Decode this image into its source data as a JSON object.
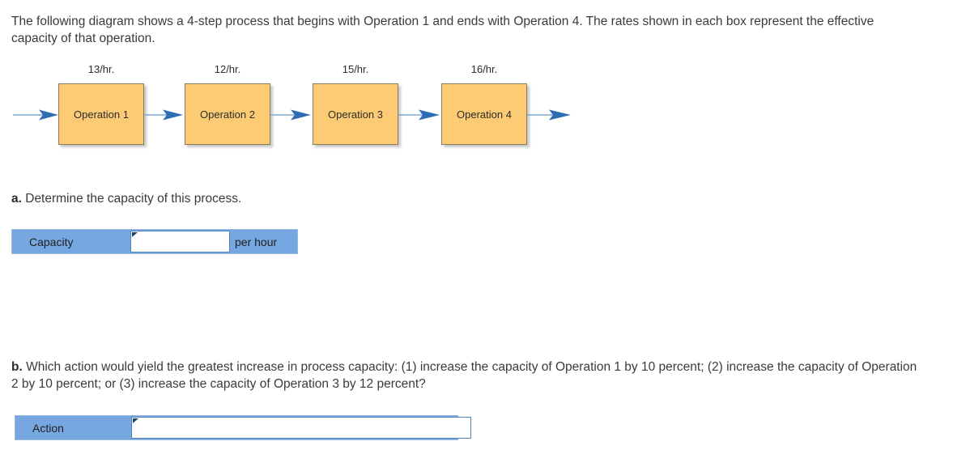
{
  "intro": {
    "text": "The following diagram shows a 4-step process that begins with Operation 1 and ends with Operation 4. The rates shown in each box represent the effective capacity of that operation."
  },
  "diagram": {
    "steps": [
      {
        "rate": "13/hr.",
        "label": "Operation 1"
      },
      {
        "rate": "12/hr.",
        "label": "Operation 2"
      },
      {
        "rate": "15/hr.",
        "label": "Operation 3"
      },
      {
        "rate": "16/hr.",
        "label": "Operation 4"
      }
    ],
    "box_fill": "#FCCB73",
    "box_border": "#8a7a5e",
    "arrow_line_color": "#7FA8D4",
    "arrow_head_color": "#2E6DB4"
  },
  "question_a": {
    "marker": "a.",
    "text": " Determine the capacity of this process.",
    "answer_row": {
      "label": "Capacity",
      "value": "",
      "placeholder": "",
      "unit": "per hour",
      "fill": "#76A7E0"
    }
  },
  "question_b": {
    "marker": "b.",
    "text": " Which action would yield the greatest increase in process capacity: (1) increase the capacity of Operation 1 by 10 percent; (2) increase the capacity of Operation 2 by 10 percent; or (3) increase the capacity of Operation 3 by 12 percent?",
    "answer_row": {
      "label": "Action",
      "value": "",
      "placeholder": "",
      "fill": "#76A7E0"
    }
  }
}
